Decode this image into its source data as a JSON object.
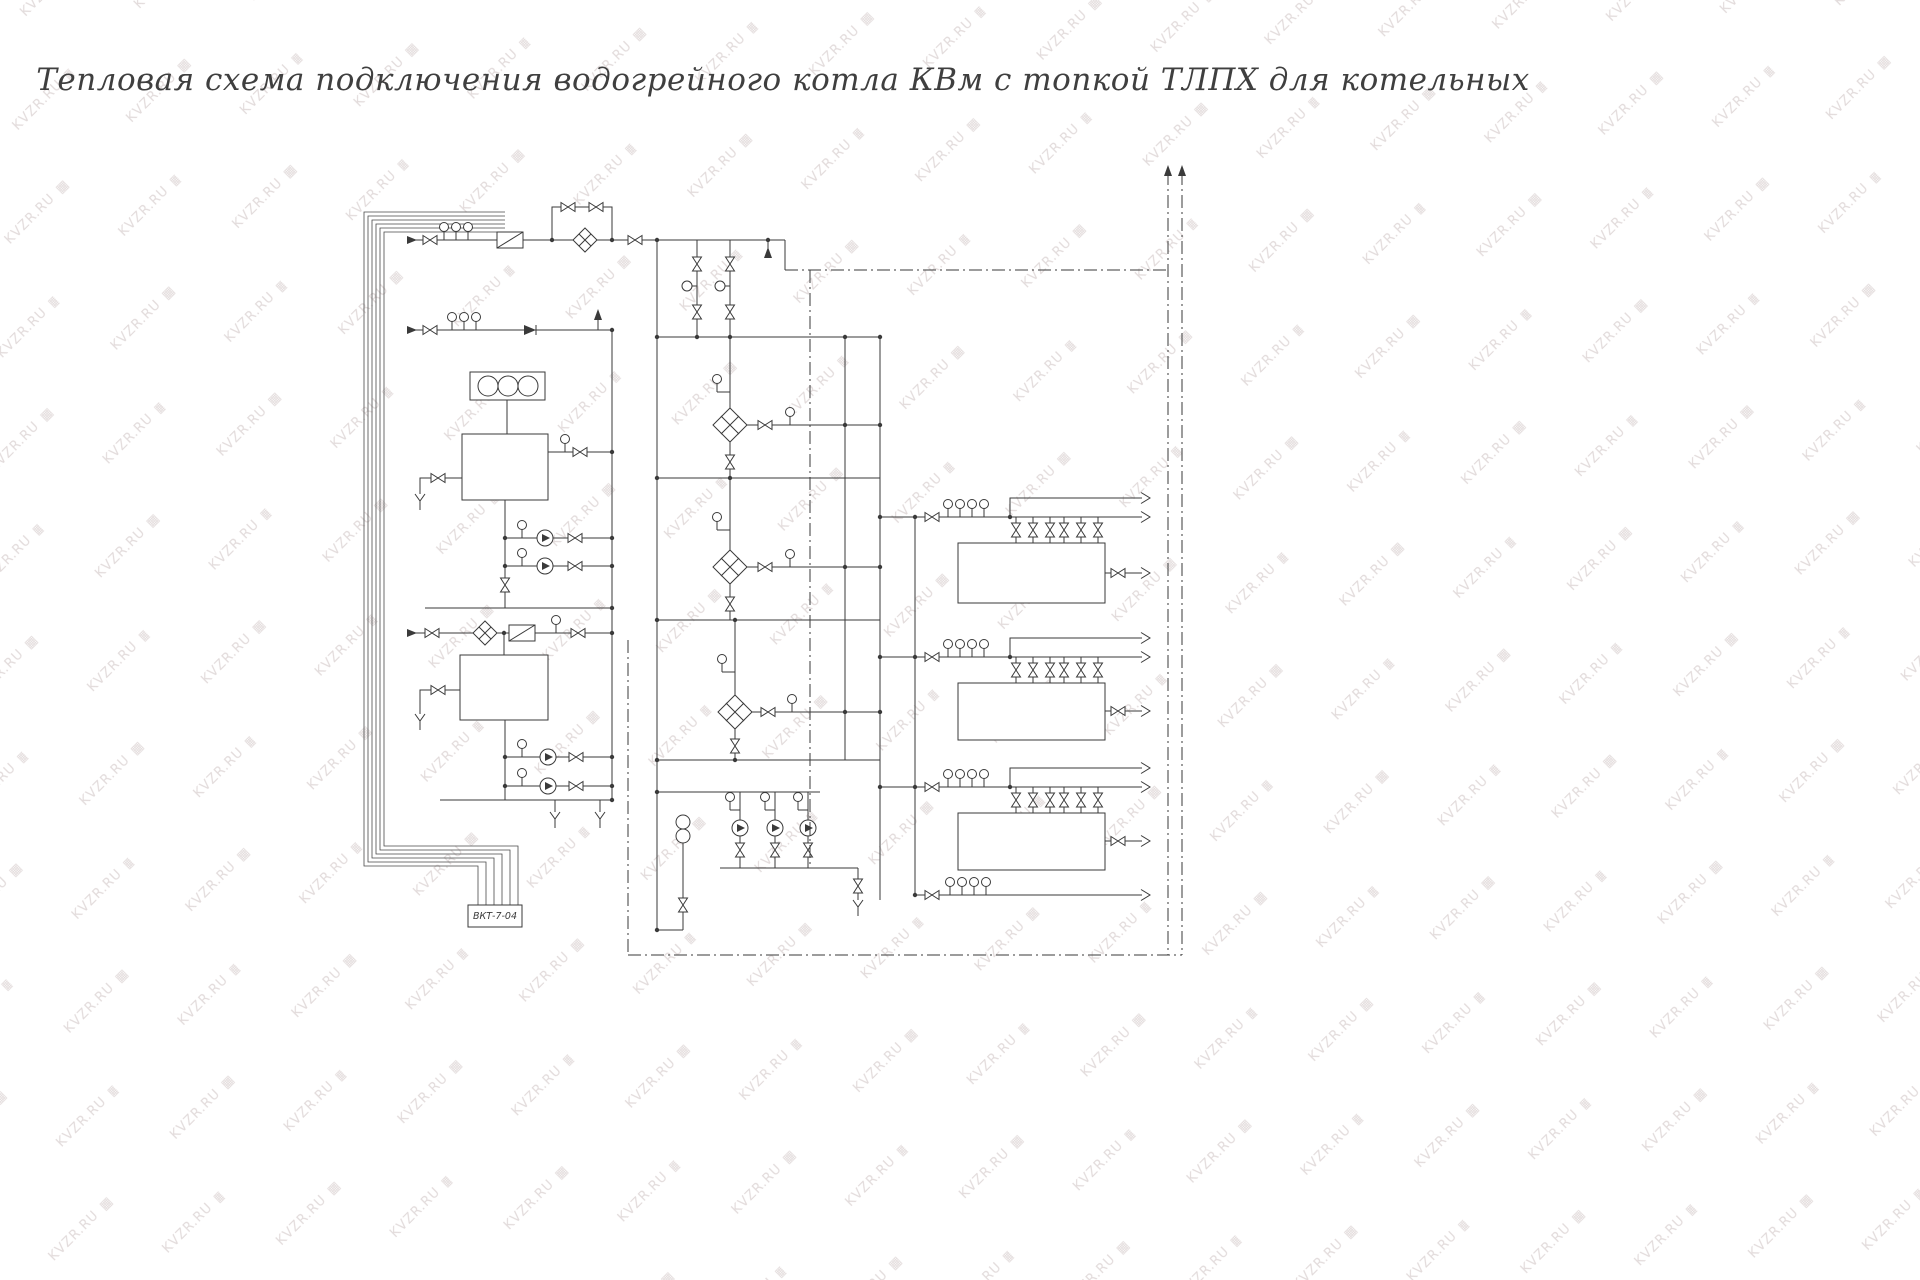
{
  "title": "Тепловая схема подключения водогрейного котла КВм с топкой ТЛПХ для котельных",
  "watermark": {
    "text": "KVZR.RU",
    "icon": "▦"
  },
  "diagram": {
    "controller_label": "ВКТ-7-04"
  },
  "colors": {
    "line": "#3a3a3a",
    "watermark": "#e2dbdb",
    "background": "#ffffff"
  }
}
